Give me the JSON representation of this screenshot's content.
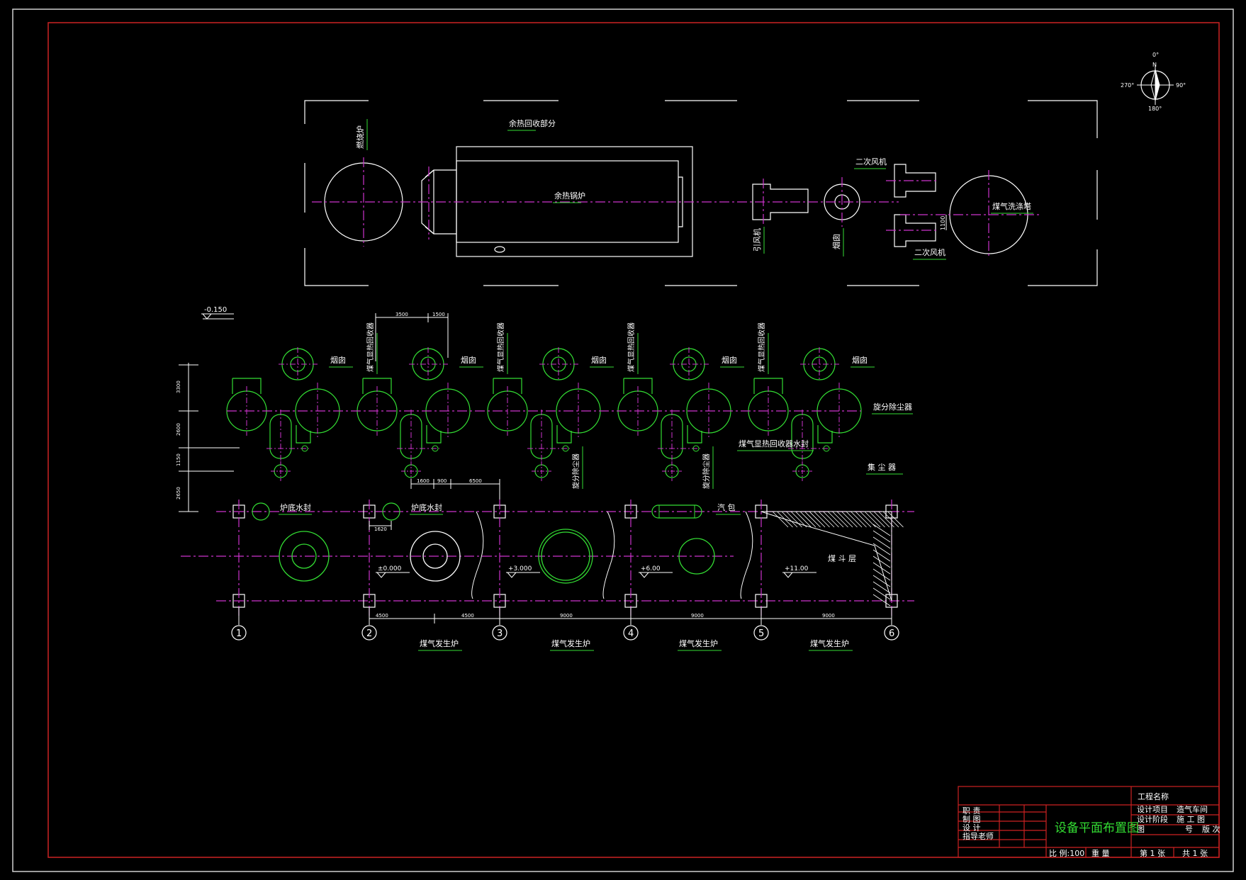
{
  "plan": {
    "section_label": "余热回收部分",
    "labels": {
      "furnace": "燃烧炉",
      "boiler": "余热锅炉",
      "fan_secondary_a": "二次风机",
      "fan_secondary_b": "二次风机",
      "induced_fan": "引风机",
      "chimney": "烟囱",
      "scrubber": "煤气洗涤塔",
      "dim_1100": "1100"
    },
    "compass": {
      "n": "N",
      "deg0": "0°",
      "deg90": "90°",
      "deg180": "180°",
      "deg270": "270°"
    }
  },
  "layout": {
    "elev_top": "-0.150",
    "chimney_label": "烟囱",
    "recuperator_label": "煤气显热回收器",
    "cyclone_label": "旋分除尘器",
    "cyclone_vertical": "旋分除尘器",
    "recuperator_seal": "煤气显热回收器水封",
    "dust_collector": "集 尘 器",
    "bottom_seal": "炉底水封",
    "steam_drum": "汽 包",
    "coal_hopper": "煤 斗 层",
    "gasifier": "煤气发生炉",
    "elevations": [
      "±0.000",
      "+3.000",
      "+6.00",
      "+11.00"
    ],
    "dims_left": [
      "3300",
      "2600",
      "1150",
      "2650"
    ],
    "dims_top": [
      "3500",
      "1500"
    ],
    "dims_mid": [
      "1600",
      "900",
      "6500"
    ],
    "dim_1620": "1620",
    "dims_bottom": [
      "4500",
      "4500",
      "9000",
      "9000",
      "9000"
    ],
    "axes": [
      "1",
      "2",
      "3",
      "4",
      "5",
      "6"
    ]
  },
  "title_block": {
    "project_name": "工程名称",
    "design_item": "设计项目",
    "workshop": "造气车间",
    "design_stage": "设计阶段",
    "construction": "施 工 图",
    "drawing_no": "图",
    "number": "号",
    "version": "版 次",
    "role_1": "职 责",
    "role_2": "制 图",
    "role_3": "设 计",
    "role_4": "指导老师",
    "title": "设备平面布置图",
    "scale": "比 例:100",
    "weight": "重 量",
    "sheet": "第 1 张",
    "total": "共 1 张"
  }
}
